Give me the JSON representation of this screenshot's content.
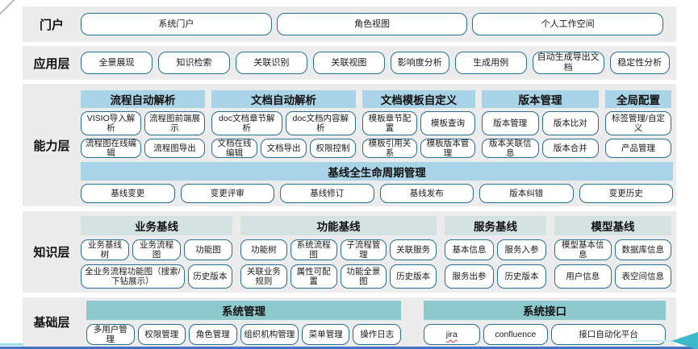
{
  "colors": {
    "header_blue": "#a9d3e6",
    "header_pale": "#d5e2e2",
    "header_teal": "#8ecacd",
    "box_border": "#266f92",
    "bottom_bar": "#4472c4",
    "cyan_line": "#a0dcef",
    "arrow": "#3cb9cb",
    "arrow_light": "#c8eaf0",
    "band_bg": "#ececec"
  },
  "misspelled": "jira",
  "layers": [
    {
      "label": "门户",
      "boxes": [
        "系统门户",
        "角色视图",
        "个人工作空间"
      ]
    },
    {
      "label": "应用层",
      "boxes": [
        "全景展现",
        "知识检索",
        "关联识别",
        "关联视图",
        "影响度分析",
        "生成用例",
        "自动生成导出文档",
        "稳定性分析"
      ]
    },
    {
      "label": "能力层",
      "groups": [
        {
          "header": "流程自动解析",
          "rows": [
            [
              "VISIO导入解析",
              "流程图前端展示"
            ],
            [
              "流程图在线编辑",
              "流程图导出"
            ]
          ]
        },
        {
          "header": "文档自动解析",
          "rows": [
            [
              "doc文档章节解析",
              "doc文档内容解析"
            ],
            [
              "文档在线编辑",
              "文档导出",
              "权限控制"
            ]
          ]
        },
        {
          "header": "文档模板自定义",
          "rows": [
            [
              "模板章节配置",
              "模板查询"
            ],
            [
              "模板引用关系",
              "模板版本管理"
            ]
          ]
        },
        {
          "header": "版本管理",
          "rows": [
            [
              "版本管理",
              "版本比对"
            ],
            [
              "版本关联信息",
              "版本合并"
            ]
          ]
        },
        {
          "header": "全局配置",
          "rows": [
            [
              "标签管理/自定义"
            ],
            [
              "产品管理"
            ]
          ]
        }
      ],
      "baseline": {
        "header": "基线全生命周期管理",
        "boxes": [
          "基线变更",
          "变更评审",
          "基线修订",
          "基线发布",
          "版本纠错",
          "变更历史"
        ]
      }
    },
    {
      "label": "知识层",
      "groups": [
        {
          "header": "业务基线",
          "rows": [
            [
              "业务基线树",
              "业务流程图",
              "功能图"
            ],
            [
              "全业务流程功能图（搜索/下钻展示）",
              "历史版本"
            ]
          ]
        },
        {
          "header": "功能基线",
          "rows": [
            [
              "功能树",
              "系统流程图",
              "子流程管理",
              "关联服务"
            ],
            [
              "关联业务规则",
              "属性可配置",
              "功能全景图",
              "历史版本"
            ]
          ]
        },
        {
          "header": "服务基线",
          "rows": [
            [
              "基本信息",
              "服务入参"
            ],
            [
              "服务出参",
              "历史版本"
            ]
          ]
        },
        {
          "header": "模型基线",
          "rows": [
            [
              "模型基本信息",
              "数据库信息"
            ],
            [
              "用户信息",
              "表空间信息"
            ]
          ]
        }
      ]
    },
    {
      "label": "基础层",
      "groups": [
        {
          "header": "系统管理",
          "boxes": [
            "多用户管理",
            "权限管理",
            "角色管理",
            "组织机构管理",
            "菜单管理",
            "操作日志"
          ]
        },
        {
          "header": "系统接口",
          "boxes": [
            "jira",
            "confluence",
            "接口自动化平台"
          ]
        }
      ]
    }
  ]
}
